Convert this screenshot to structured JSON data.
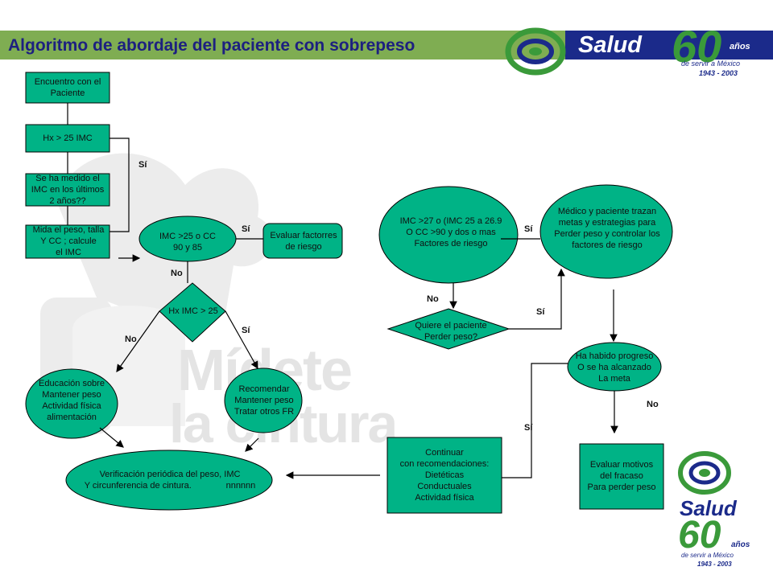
{
  "header": {
    "title": "Algoritmo de abordaje del paciente con sobrepeso"
  },
  "logo_top": {
    "word": "Salud",
    "number": "60",
    "anos": "años",
    "tagline": "de servir a México",
    "years": "1943 - 2003"
  },
  "logo_bottom": {
    "word": "Salud",
    "number": "60",
    "anos": "años",
    "tagline": "de servir a México",
    "years": "1943 - 2003"
  },
  "watermark": {
    "line1": "Mídete",
    "line2": "la cintura"
  },
  "colors": {
    "node_fill": "#00b386",
    "node_stroke": "#000000",
    "header_bar": "#7fad52",
    "title": "#1d2080"
  },
  "nodes": {
    "encuentro": "Encuentro con el\nPaciente",
    "hx25": "Hx > 25 IMC",
    "medido": "Se ha medido el\nIMC en los últimos\n2 años??",
    "mida": "Mida el peso, talla\nY CC ; calcule\nel IMC",
    "imc25cc": "IMC >25 o CC\n90 y 85",
    "evaluar_factores": "Evaluar factorres\nde riesgo",
    "imc27": "IMC >27 o (IMC 25 a 26.9\nO CC >90 y dos o mas\nFactores de riesgo",
    "medico": "Médico y paciente trazan\nmetas y estrategias para\nPerder peso y controlar los\nfactores de riesgo",
    "hximc25": "Hx IMC > 25",
    "quiere": "Quiere el paciente\nPerder peso?",
    "progreso": "Ha habido progreso\nO se ha alcanzado\nLa meta",
    "educacion": "Educación sobre\nMantener peso\nActividad física\nalimentación",
    "recomendar": "Recomendar\nMantener peso\nTratar otros FR",
    "verificacion": "Verificación periódica del peso, IMC\nY circunferencia de cintura.              nnnnnn",
    "continuar": "Continuar\ncon recomendaciones:\nDietéticas\nConductuales\nActividad física",
    "evaluar_motivos": "Evaluar motivos\ndel fracaso\nPara perder peso"
  },
  "labels": {
    "si_1": "Sí",
    "si_2": "Sí",
    "no_1": "No",
    "si_3": "Sí",
    "no_2": "No",
    "si_4": "Sí",
    "no_3": "No",
    "si_5": "Sí",
    "si_6": "Sí",
    "no_4": "No"
  }
}
